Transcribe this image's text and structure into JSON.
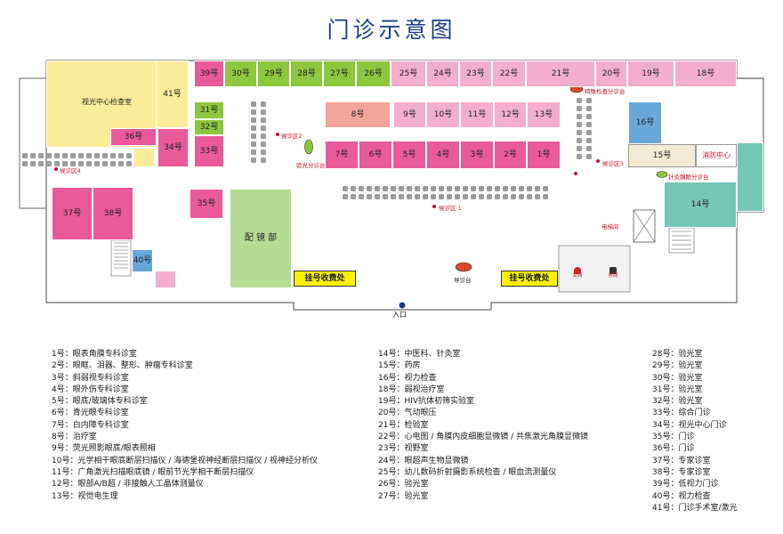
{
  "title": "门诊示意图",
  "rooms": {
    "r1": "1号",
    "r2": "2号",
    "r3": "3号",
    "r4": "4号",
    "r5": "5号",
    "r6": "6号",
    "r7": "7号",
    "r8": "8号",
    "r9": "9号",
    "r10": "10号",
    "r11": "11号",
    "r12": "12号",
    "r13": "13号",
    "r14": "14号",
    "r15": "15号",
    "r16": "16号",
    "r18": "18号",
    "r19": "19号",
    "r20": "20号",
    "r21": "21号",
    "r22": "22号",
    "r23": "23号",
    "r24": "24号",
    "r25": "25号",
    "r26": "26号",
    "r27": "27号",
    "r28": "28号",
    "r29": "29号",
    "r30": "30号",
    "r31": "31号",
    "r32": "32号",
    "r33": "33号",
    "r34": "34号",
    "r35": "35号",
    "r36": "36号",
    "r37": "37号",
    "r38": "38号",
    "r39": "39号",
    "r40": "40号",
    "r41": "41号"
  },
  "areas": {
    "vision_center": "视光中心检查室",
    "optical_shop": "配 镜 部",
    "registration_left": "挂号收费处",
    "registration_right": "挂号收费处",
    "fire_center": "消防中心",
    "entrance": "入口",
    "guide_desk": "导诊台",
    "special_exam_desk": "特殊检查分诊台",
    "fundus_desk": "针灸腺眼分诊台",
    "optometry_desk": "验光分诊台",
    "wait1": "候诊区 1",
    "wait2": "候诊区2",
    "wait3": "候诊区3",
    "wait4": "候诊区4",
    "elevator": "电梯间",
    "wc_f": "女厕",
    "wc_m": "男厕"
  },
  "legend_col1": [
    "1号：眼表角膜专科诊室",
    "2号：眼眶、泪器、整形、肿瘤专科诊室",
    "3号：斜弱视专科诊室",
    "4号：眼外伤专科诊室",
    "5号：眼底/玻璃体专科诊室",
    "6号：青光眼专科诊室",
    "7号：白内障专科诊室",
    "8号：治疗室",
    "9号：荧光照影眼底/眼表照相",
    "10号：光学相干眼底断层扫描仪 / 海德堡视神经断层扫描仪 / 视神经分析仪",
    "11号：广角激光扫描眼底镜 / 眼前节光学相干断层扫描仪",
    "12号：眼部A/B超 / 非接触人工晶体测量仪",
    "13号：视觉电生理"
  ],
  "legend_col2": [
    "14号：中医科、针灸室",
    "15号：药房",
    "16号：视力检查",
    "18号：弱视治疗室",
    "19号：HIV抗体初筛实验室",
    "20号：气动眼压",
    "21号：检验室",
    "22号：心电图 / 角膜内皮细胞显微镜 / 共焦激光角膜显微镜",
    "23号：视野室",
    "24号：眼超声生物显微镜",
    "25号：幼儿数码折射摄影系统检查 / 眼血流测量仪",
    "26号：验光室",
    "27号：验光室"
  ],
  "legend_col3": [
    "28号：验光室",
    "29号：验光室",
    "30号：验光室",
    "31号：验光室",
    "32号：验光室",
    "33号：综合门诊",
    "34号：视光中心门诊",
    "35号：门诊",
    "36号：门诊",
    "37号：专家诊室",
    "38号：专家诊室",
    "39号：低视力门诊",
    "40号：视力检查",
    "41号：门诊手术室/激光"
  ],
  "colors": {
    "pink": "#e95a9b",
    "light_pink": "#f4aecd",
    "green": "#8dc63f",
    "light_green": "#b5dc95",
    "yellow": "#fbec9a",
    "salmon": "#f3a59b",
    "blue": "#6aa7d9",
    "teal": "#76c6b8",
    "title": "#1b3f86"
  }
}
